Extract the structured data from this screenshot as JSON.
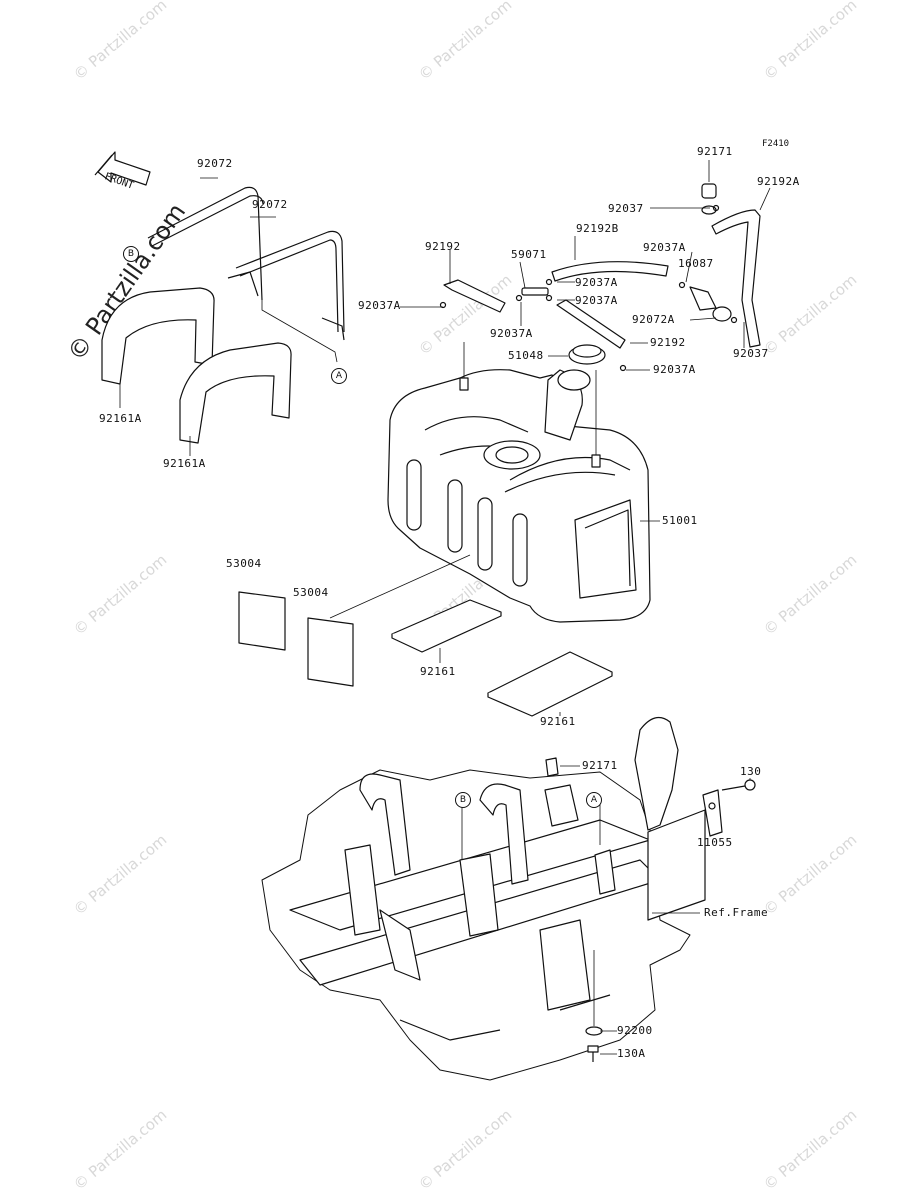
{
  "figure_code": "F2410",
  "front_label": "FRONT",
  "watermark": "© Partzilla.com",
  "refs": {
    "A": "A",
    "B": "B"
  },
  "labels": {
    "l92072a": "92072",
    "l92072b": "92072",
    "l92161A_1": "92161A",
    "l92161A_2": "92161A",
    "l92192": "92192",
    "l92037A_1": "92037A",
    "l59071": "59071",
    "l92037A_2": "92037A",
    "l92037A_3": "92037A",
    "l92037A_4": "92037A",
    "l92192B": "92192B",
    "l92037A_5": "92037A",
    "l16087": "16087",
    "l92072A": "92072A",
    "l92171_top": "92171",
    "l92192A": "92192A",
    "l92037_1": "92037",
    "l92037_2": "92037",
    "l51048": "51048",
    "l92192_2": "92192",
    "l92037A_6": "92037A",
    "l51001": "51001",
    "l53004_1": "53004",
    "l53004_2": "53004",
    "l92161_1": "92161",
    "l92161_2": "92161",
    "l92171_b": "92171",
    "l130": "130",
    "l11055": "11055",
    "lRef": "Ref.Frame",
    "l92200": "92200",
    "l130A": "130A"
  }
}
